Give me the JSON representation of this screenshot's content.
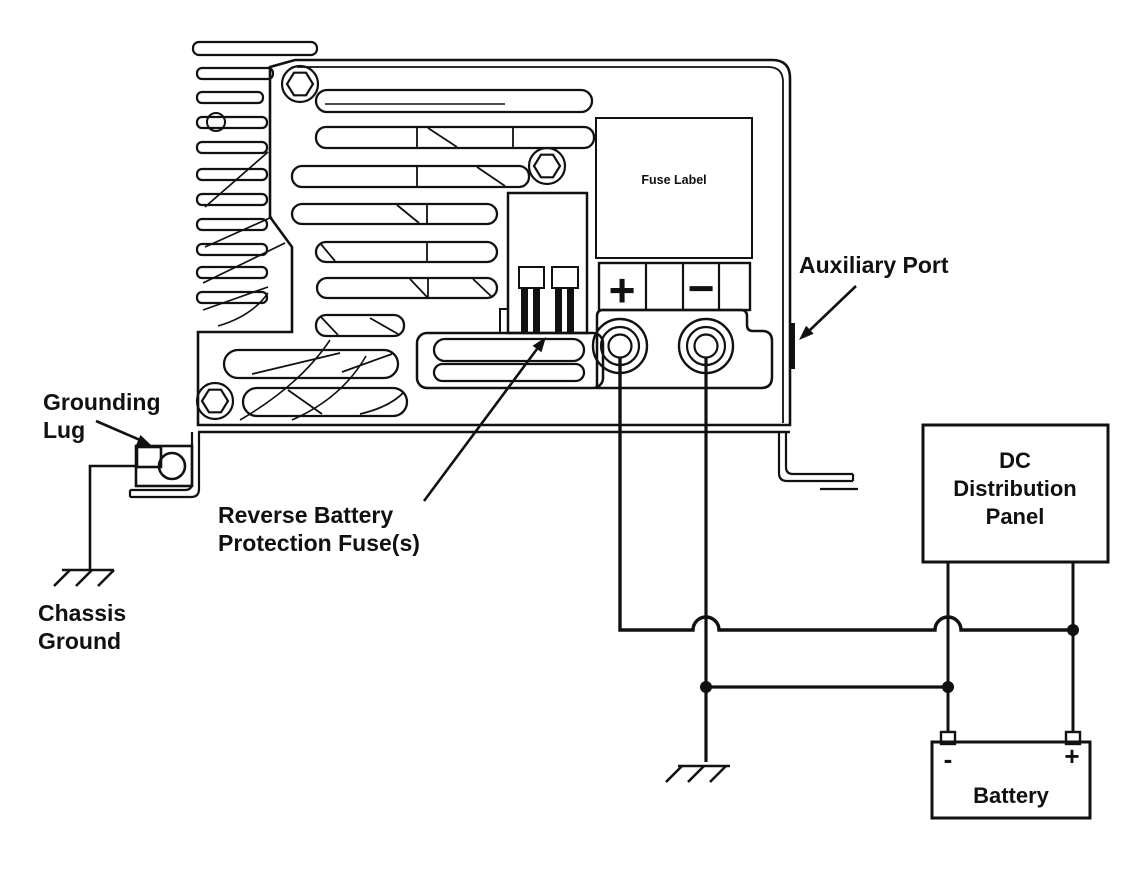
{
  "diagram_type": "power-converter-wiring-diagram",
  "colors": {
    "ink": "#111111",
    "paper": "#ffffff"
  },
  "labels": {
    "grounding_lug": {
      "lines": [
        "Grounding",
        "Lug"
      ]
    },
    "chassis_ground": {
      "lines": [
        "Chassis",
        "Ground"
      ]
    },
    "reverse_fuse": {
      "lines": [
        "Reverse Battery",
        "Protection Fuse(s)"
      ]
    },
    "auxiliary_port": {
      "text": "Auxiliary Port"
    },
    "fuse_label": {
      "text": "Fuse Label"
    },
    "dc_panel": {
      "lines": [
        "DC",
        "Distribution",
        "Panel"
      ]
    },
    "battery": {
      "name": "Battery",
      "negative": "-",
      "positive": "+"
    },
    "converter_terminals": {
      "positive": "+",
      "negative": "−"
    }
  }
}
